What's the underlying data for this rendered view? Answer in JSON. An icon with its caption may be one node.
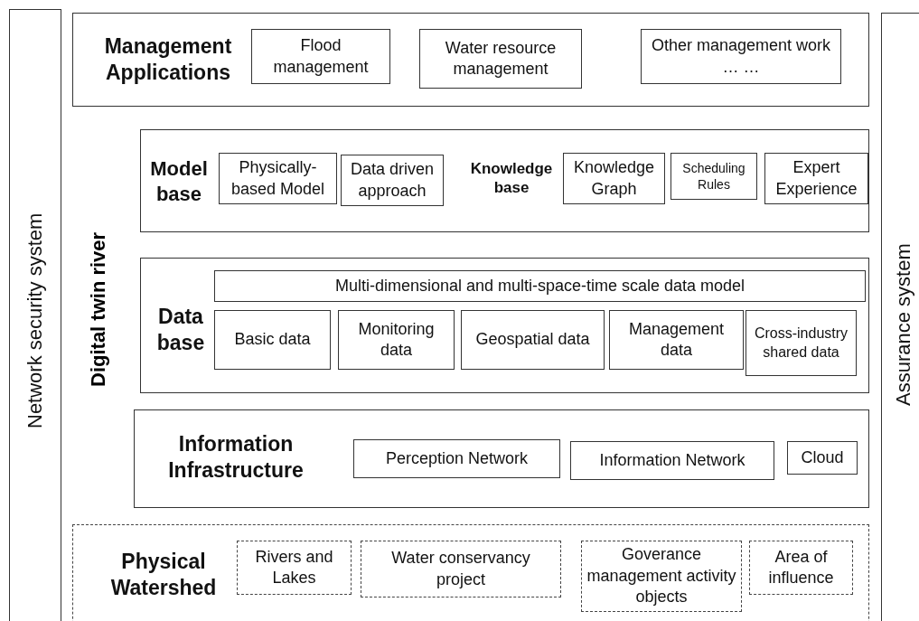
{
  "diagram": {
    "nodes": [
      {
        "text": [
          "Network security system"
        ]
      },
      {
        "text": [
          "Management Applications"
        ]
      },
      {
        "text": [
          "Flood management"
        ],
        "in": 1
      },
      {
        "text": [
          "Water resource management"
        ],
        "in": 1
      },
      {
        "text": [
          "Other management work … …"
        ],
        "in": 1
      },
      {
        "text": [
          "Model base",
          "Knowledge base"
        ]
      },
      {
        "text": [
          "Physically-based Model"
        ],
        "in": 5
      },
      {
        "text": [
          "Data driven approach"
        ],
        "in": 5
      },
      {
        "text": [
          "Knowledge Graph"
        ],
        "in": 5
      },
      {
        "text": [
          "Scheduling Rules"
        ],
        "in": 5
      },
      {
        "text": [
          "Expert Experience"
        ],
        "in": 5
      },
      {
        "text": [
          "Data base"
        ]
      },
      {
        "text": [
          "Multi-dimensional and multi-space-time scale data model"
        ],
        "in": 11
      },
      {
        "text": [
          "Basic data"
        ],
        "in": 11
      },
      {
        "text": [
          "Monitoring data"
        ],
        "in": 11
      },
      {
        "text": [
          "Geospatial data"
        ],
        "in": 11
      },
      {
        "text": [
          "Management data"
        ],
        "in": 11
      },
      {
        "text": [
          "Cross-industry shared data"
        ],
        "in": 11
      },
      {
        "text": [
          "Information Infrastructure"
        ]
      },
      {
        "text": [
          "Perception Network"
        ],
        "in": 18
      },
      {
        "text": [
          "Information Network"
        ],
        "in": 18
      },
      {
        "text": [
          "Cloud"
        ],
        "in": 18
      },
      {
        "text": [
          "Physical Watershed"
        ]
      },
      {
        "text": [
          "Rivers and Lakes"
        ],
        "in": 22
      },
      {
        "text": [
          "Water conservancy project"
        ],
        "in": 22
      },
      {
        "text": [
          "Goverance management activity objects"
        ],
        "in": 22
      },
      {
        "text": [
          "Area of influence"
        ],
        "in": 22
      },
      {
        "text": [
          "Assurance system"
        ]
      }
    ],
    "labels": [
      "Digital twin river"
    ]
  }
}
